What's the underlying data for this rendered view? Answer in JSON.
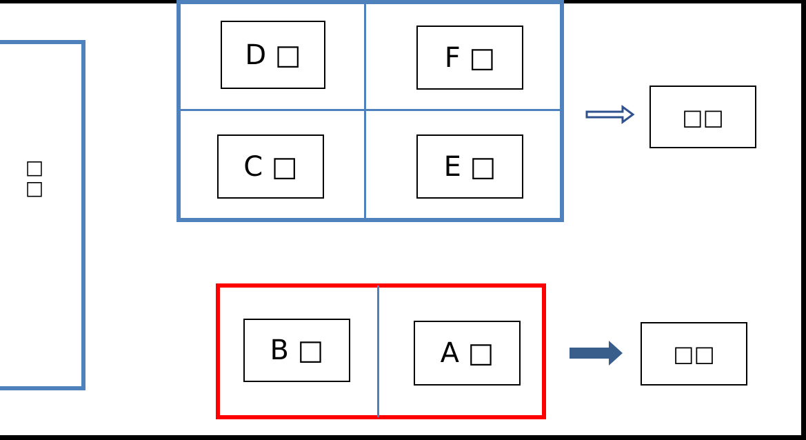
{
  "side": {
    "label_top": "□",
    "label_bottom": "□"
  },
  "blue_group": {
    "cells": {
      "d": "D □",
      "f": "F □",
      "c": "C □",
      "e": "E □"
    },
    "result": "□□",
    "arrow": "hollow-right-arrow",
    "color": "#4f81bd"
  },
  "red_group": {
    "cells": {
      "b": "B □",
      "a": "A □"
    },
    "result": "□□",
    "arrow": "solid-right-arrow",
    "color": "#ff0000"
  }
}
